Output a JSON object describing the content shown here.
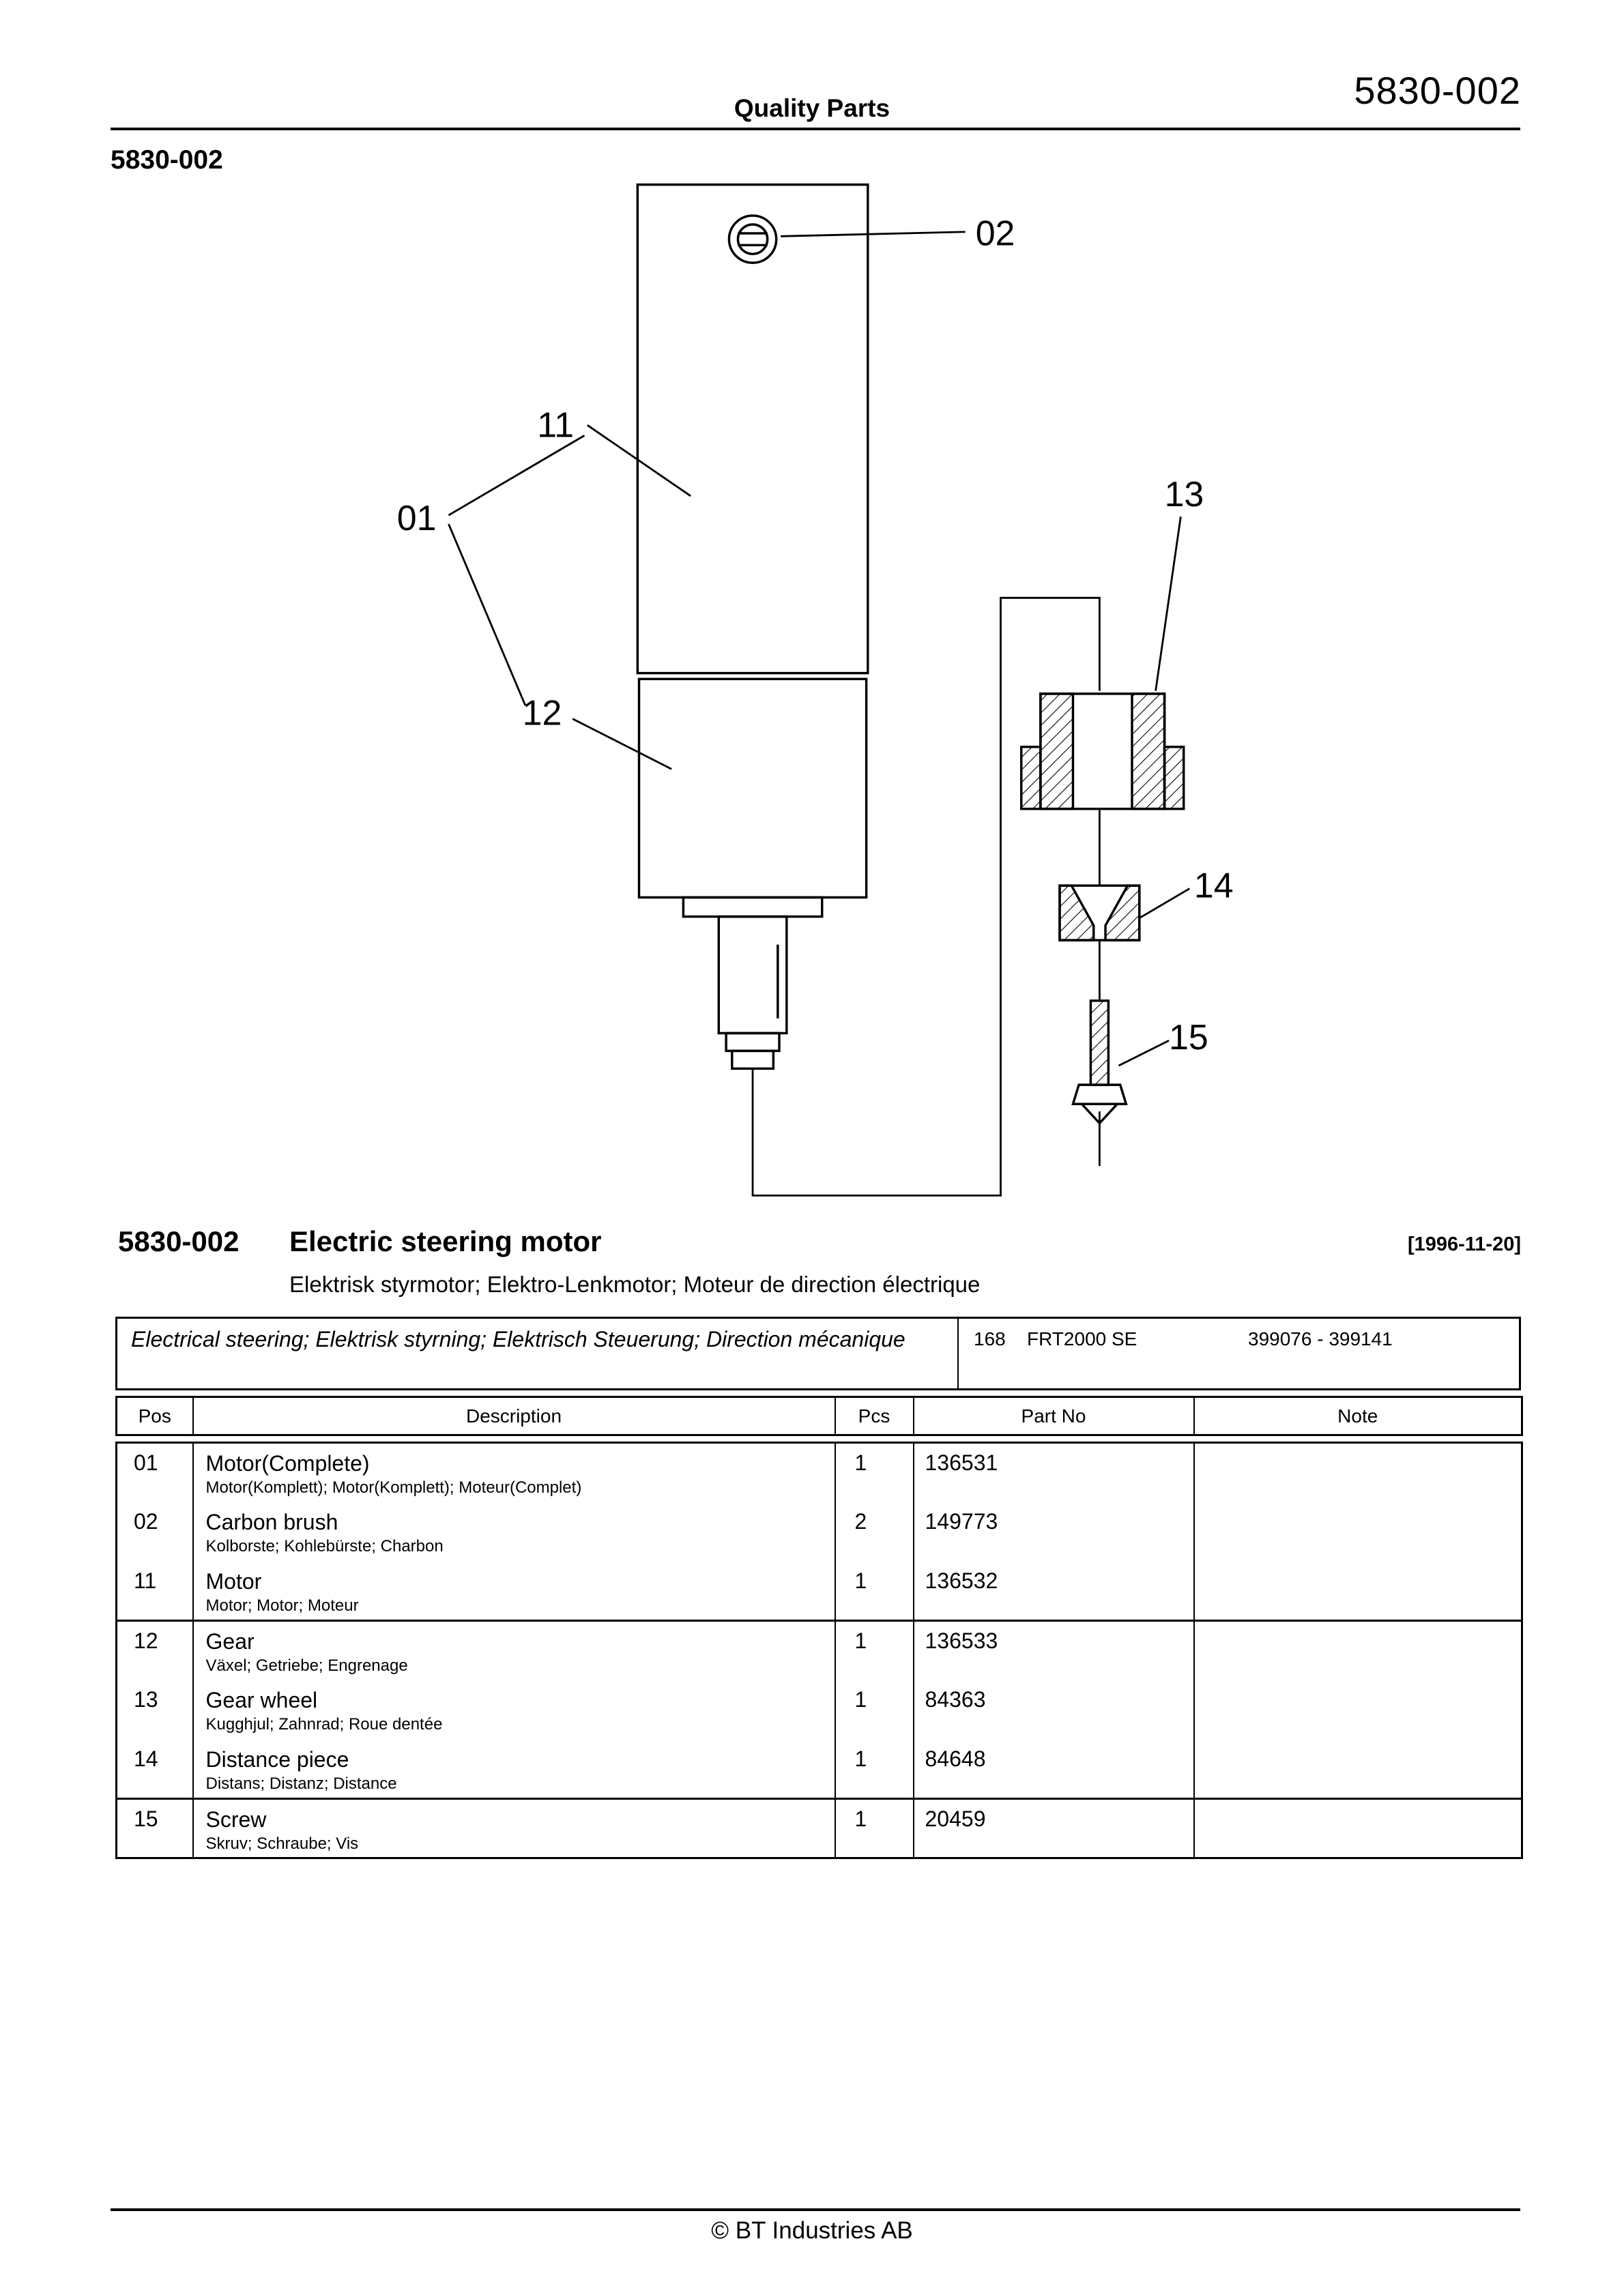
{
  "colors": {
    "ink": "#000000",
    "paper": "#ffffff"
  },
  "page": {
    "header": {
      "title": "Quality Parts",
      "doc_number": "5830-002"
    },
    "doc_number": "5830-002",
    "footer": {
      "copyright": "© BT Industries AB"
    }
  },
  "section": {
    "number": "5830-002",
    "title": "Electric steering motor",
    "date": "[1996-11-20]",
    "subtitle": "Elektrisk styrmotor; Elektro-Lenkmotor; Moteur de direction électrique"
  },
  "diagram": {
    "callouts": {
      "c01": "01",
      "c02": "02",
      "c11": "11",
      "c12": "12",
      "c13": "13",
      "c14": "14",
      "c15": "15"
    }
  },
  "table": {
    "title": "Electrical steering; Elektrisk styrning; Elektrisch Steuerung; Direction mécanique",
    "code": "168",
    "model": "FRT2000 SE",
    "serial_range": "399076 - 399141",
    "columns": {
      "pos": "Pos",
      "description": "Description",
      "pcs": "Pcs",
      "part_no": "Part No",
      "note": "Note"
    },
    "rows": [
      {
        "pos": "01",
        "description": "Motor(Complete)",
        "description_alt": "Motor(Komplett); Motor(Komplett); Moteur(Complet)",
        "pcs": "1",
        "part_no": "136531",
        "note": ""
      },
      {
        "pos": "02",
        "description": "Carbon brush",
        "description_alt": "Kolborste; Kohlebürste; Charbon",
        "pcs": "2",
        "part_no": "149773",
        "note": ""
      },
      {
        "pos": "11",
        "description": "Motor",
        "description_alt": "Motor; Motor; Moteur",
        "pcs": "1",
        "part_no": "136532",
        "note": ""
      },
      {
        "pos": "12",
        "description": "Gear",
        "description_alt": "Växel; Getriebe; Engrenage",
        "pcs": "1",
        "part_no": "136533",
        "note": ""
      },
      {
        "pos": "13",
        "description": "Gear wheel",
        "description_alt": "Kugghjul; Zahnrad; Roue dentée",
        "pcs": "1",
        "part_no": "84363",
        "note": ""
      },
      {
        "pos": "14",
        "description": "Distance piece",
        "description_alt": "Distans; Distanz; Distance",
        "pcs": "1",
        "part_no": "84648",
        "note": ""
      },
      {
        "pos": "15",
        "description": "Screw",
        "description_alt": "Skruv; Schraube; Vis",
        "pcs": "1",
        "part_no": "20459",
        "note": ""
      }
    ]
  }
}
